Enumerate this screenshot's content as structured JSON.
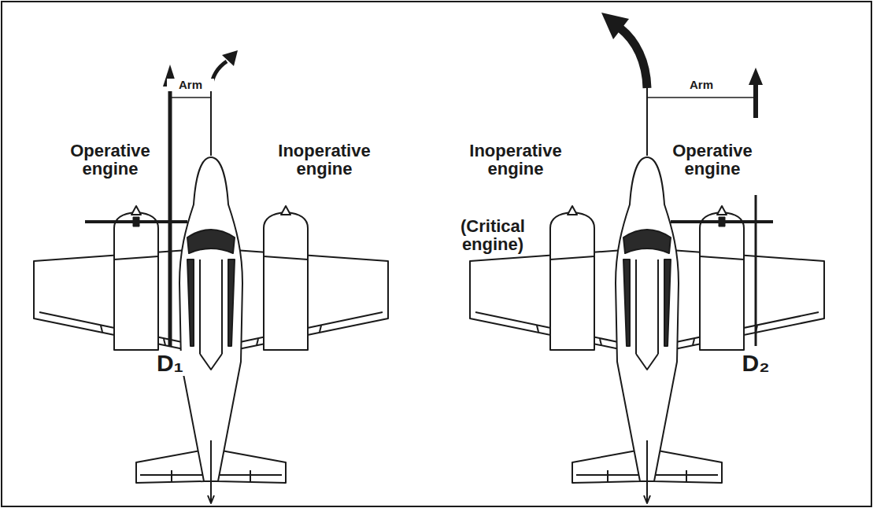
{
  "diagram": {
    "labels": [
      "Arm",
      "Operative engine",
      "Inoperative engine",
      "D₁",
      "Arm",
      "Inoperative engine",
      "(Critical engine)",
      "Operative engine",
      "D₂"
    ]
  }
}
